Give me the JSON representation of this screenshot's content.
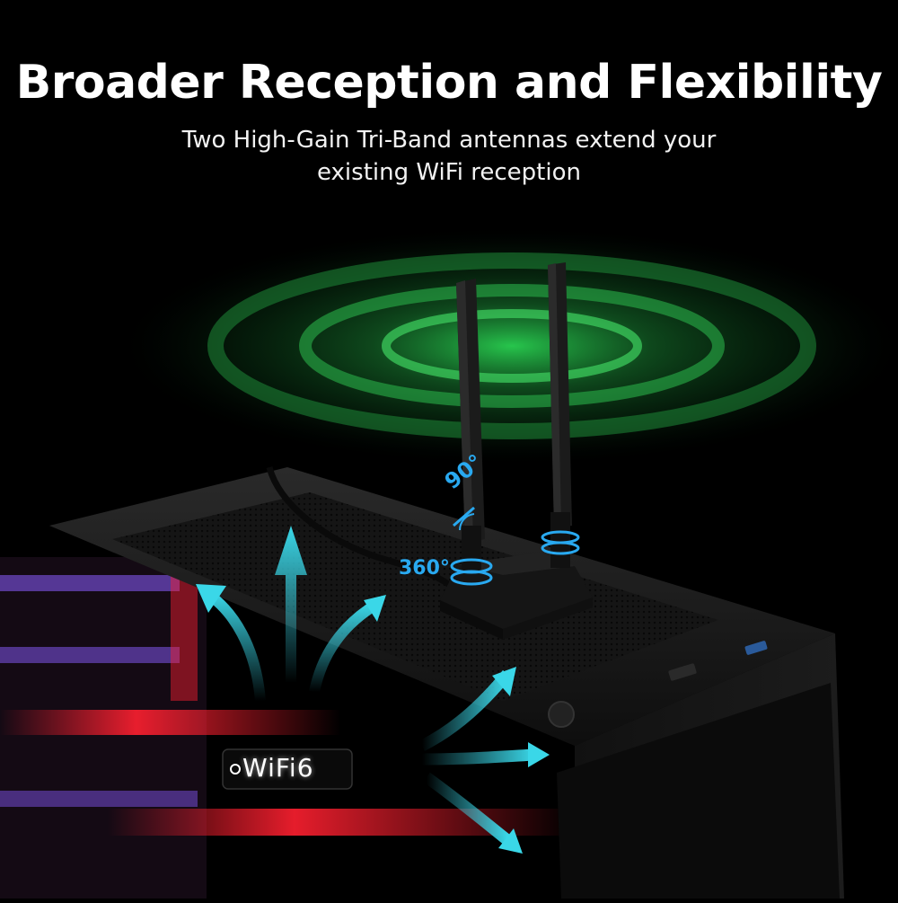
{
  "headline": "Broader Reception and Flexibility",
  "subheadline": {
    "line1": "Two High-Gain Tri-Band antennas extend your",
    "line2": "existing WiFi reception"
  },
  "labels": {
    "tilt_angle": "90°",
    "rotation_angle": "360°",
    "badge": "WiFi6"
  },
  "colors": {
    "background": "#000000",
    "signal_glow": "#2ee85a",
    "arrow_cyan": "#3ad7e8",
    "angle_label_blue": "#29a9f0",
    "case_accent_red": "#ff2030",
    "case_accent_purple": "#8a5cff"
  },
  "icons": [
    "signal-wave-icon",
    "airflow-arrow-icon",
    "rotation-ring-icon"
  ]
}
